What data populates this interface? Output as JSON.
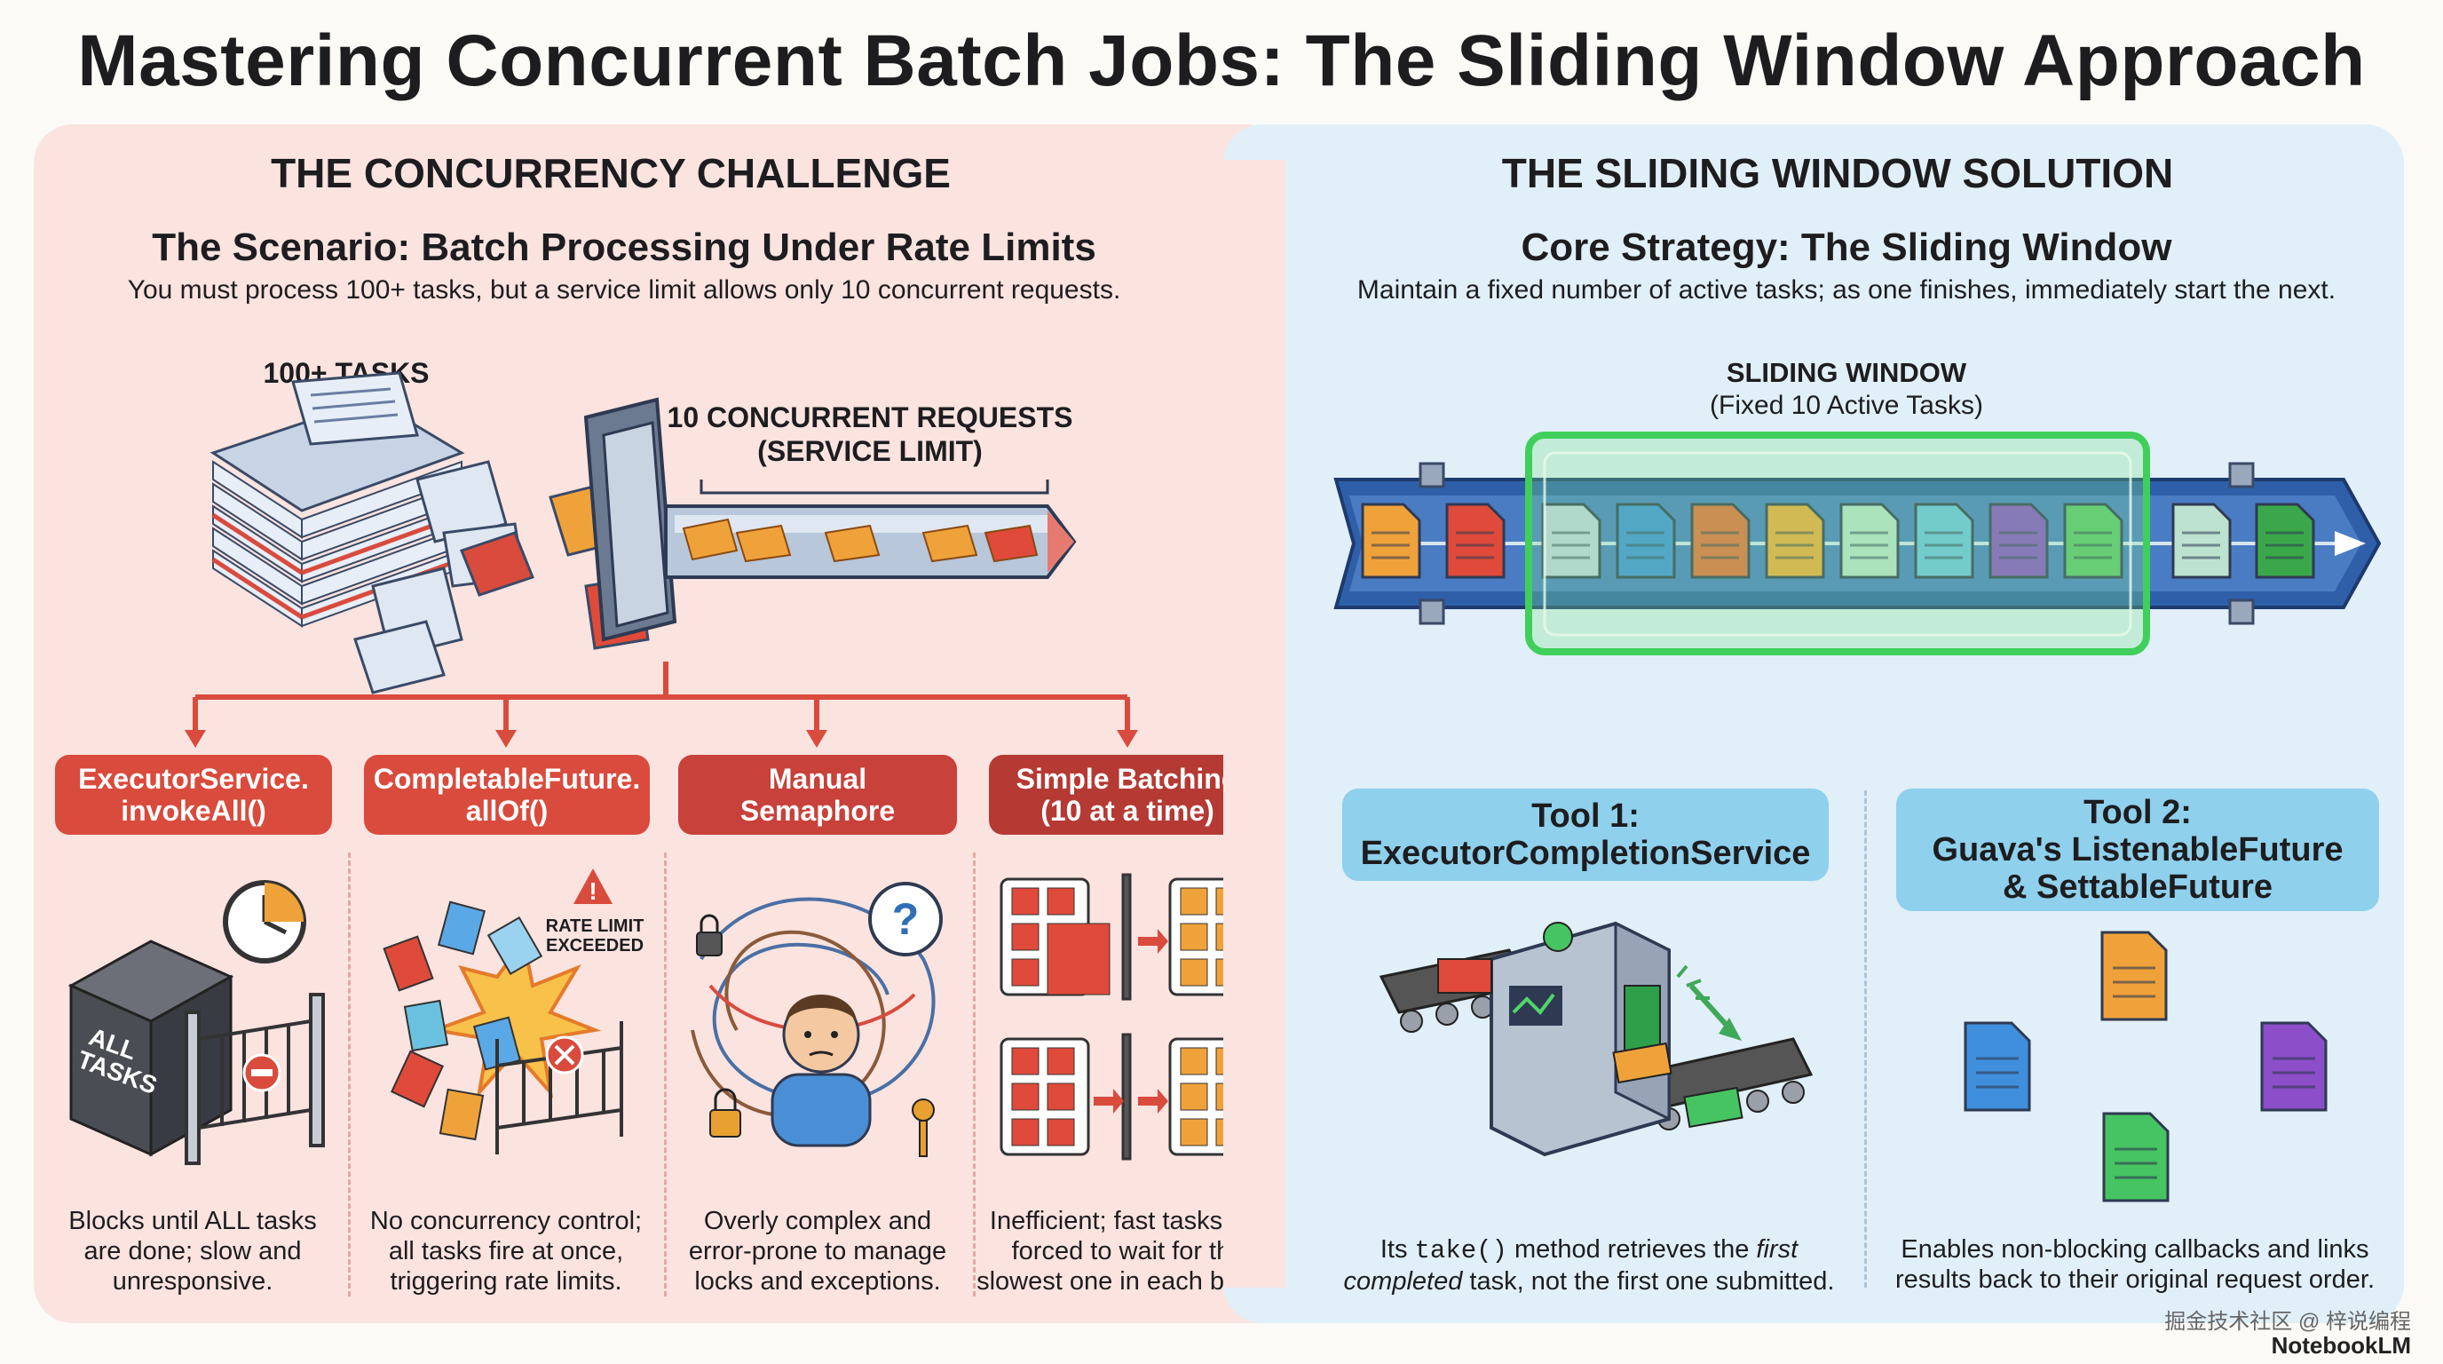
{
  "title": "Mastering Concurrent Batch Jobs: The Sliding Window Approach",
  "left": {
    "heading": "THE CONCURRENCY CHALLENGE",
    "scenario_title": "The Scenario: Batch Processing Under Rate Limits",
    "scenario_text": "You must process 100+ tasks, but a service limit allows only 10 concurrent requests.",
    "tasks_label": "100+ TASKS",
    "limit_label_1": "10 CONCURRENT REQUESTS",
    "limit_label_2": "(SERVICE LIMIT)",
    "rate_limit_1": "RATE LIMIT",
    "rate_limit_2": "EXCEEDED",
    "box_label_1": "ALL",
    "box_label_2": "TASKS",
    "approaches": [
      {
        "line1": "ExecutorService.",
        "line2": "invokeAll()",
        "color": "#d94b3d",
        "desc1": "Blocks until ALL tasks",
        "desc2": "are done; slow and",
        "desc3": "unresponsive."
      },
      {
        "line1": "CompletableFuture.",
        "line2": "allOf()",
        "color": "#d94b3d",
        "desc1": "No concurrency control;",
        "desc2": "all tasks fire at once,",
        "desc3": "triggering rate limits."
      },
      {
        "line1": "Manual",
        "line2": "Semaphore",
        "color": "#c8413a",
        "desc1": "Overly complex and",
        "desc2": "error-prone to manage",
        "desc3": "locks and exceptions."
      },
      {
        "line1": "Simple Batching",
        "line2": "(10 at a time)",
        "color": "#b53a34",
        "desc1": "Inefficient; fast tasks are",
        "desc2": "forced to wait for the",
        "desc3": "slowest one in each batch."
      }
    ]
  },
  "right": {
    "heading": "THE SLIDING WINDOW SOLUTION",
    "strategy_title": "Core Strategy: The Sliding Window",
    "strategy_text": "Maintain a fixed number of active tasks; as one finishes, immediately start the next.",
    "window_label_1": "SLIDING WINDOW",
    "window_label_2": "(Fixed 10 Active Tasks)",
    "tool1": {
      "line1": "Tool 1:",
      "line2": "ExecutorCompletionService",
      "desc_a": "Its ",
      "desc_code": "take()",
      "desc_b": " method retrieves the ",
      "desc_em1": "first",
      "desc_em2": "completed",
      "desc_c": " task, not the first one submitted."
    },
    "tool2": {
      "line1": "Tool 2:",
      "line2": "Guava's ListenableFuture",
      "line3": "& SettableFuture",
      "desc1": "Enables non-blocking callbacks and links",
      "desc2": "results back to their original request order."
    }
  },
  "footer": {
    "watermark": "掘金技术社区 @ 梓说编程",
    "brand": "NotebookLM"
  },
  "colors": {
    "left_bg": "#fbe3df",
    "right_bg": "#e1eff8",
    "red_accent": "#d94b3d",
    "window_green": "#3fcf5a",
    "tool_blue": "#8fd0ec"
  }
}
